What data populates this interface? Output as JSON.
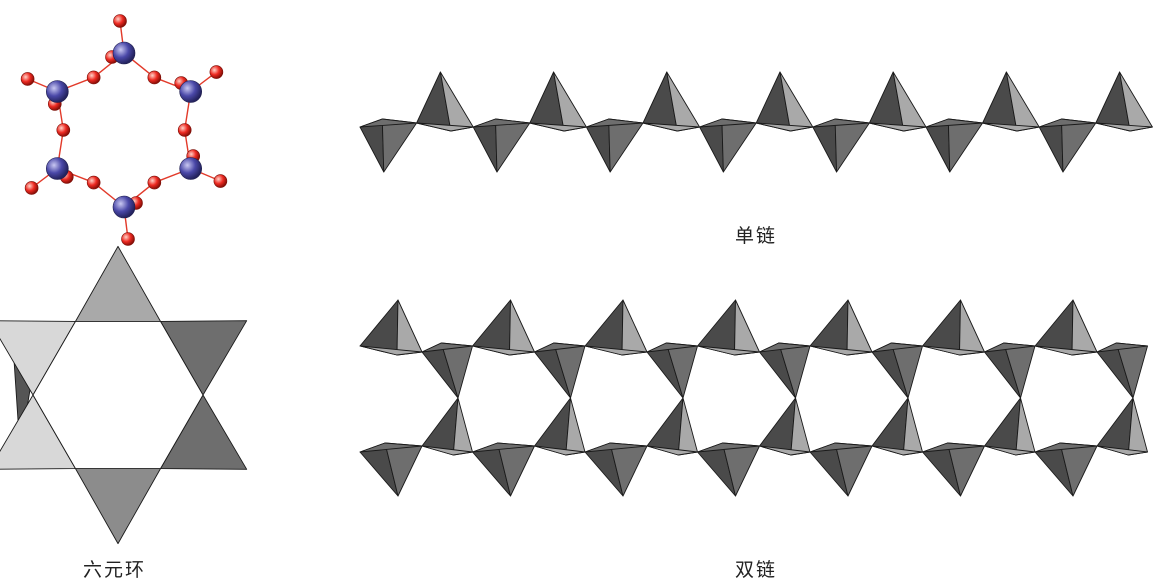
{
  "labels": {
    "single_chain": "单链",
    "six_ring": "六元环",
    "double_chain": "双链"
  },
  "colors": {
    "silicon_atom": "#4a48a8",
    "oxygen_atom": "#ee2a22",
    "bond": "#e23a2a",
    "tetra_dark": "#4a4a4a",
    "tetra_mid": "#6e6e6e",
    "tetra_light": "#a9a9a9",
    "tetra_pale": "#d8d8d8"
  },
  "diagram": {
    "ring_silicon_count": 6,
    "single_chain_tetrahedra": 14,
    "double_chain_repeat_units": 7
  }
}
